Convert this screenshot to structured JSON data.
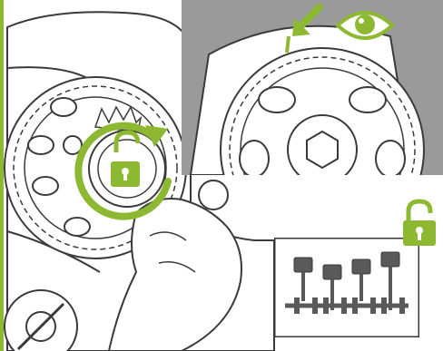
{
  "colors": {
    "accent": "#8cb832",
    "line": "#3a3a3a",
    "gray_panel": "#9a9a9a",
    "white": "#ffffff"
  },
  "icons": {
    "main_lock": "unlock-icon",
    "rotation": "counterclockwise-arrow-icon",
    "eye": "eye-icon",
    "pointer": "pointer-arrow-icon",
    "badge_lock": "unlock-icon",
    "engine": "crankshaft-pistons-icon"
  },
  "main_scene": {
    "description_name": "camshaft-pulley-lockout"
  },
  "inset_top": {
    "description_name": "timing-mark-inspection"
  },
  "inset_bottom": {
    "description_name": "piston-crankshaft-diagram"
  }
}
